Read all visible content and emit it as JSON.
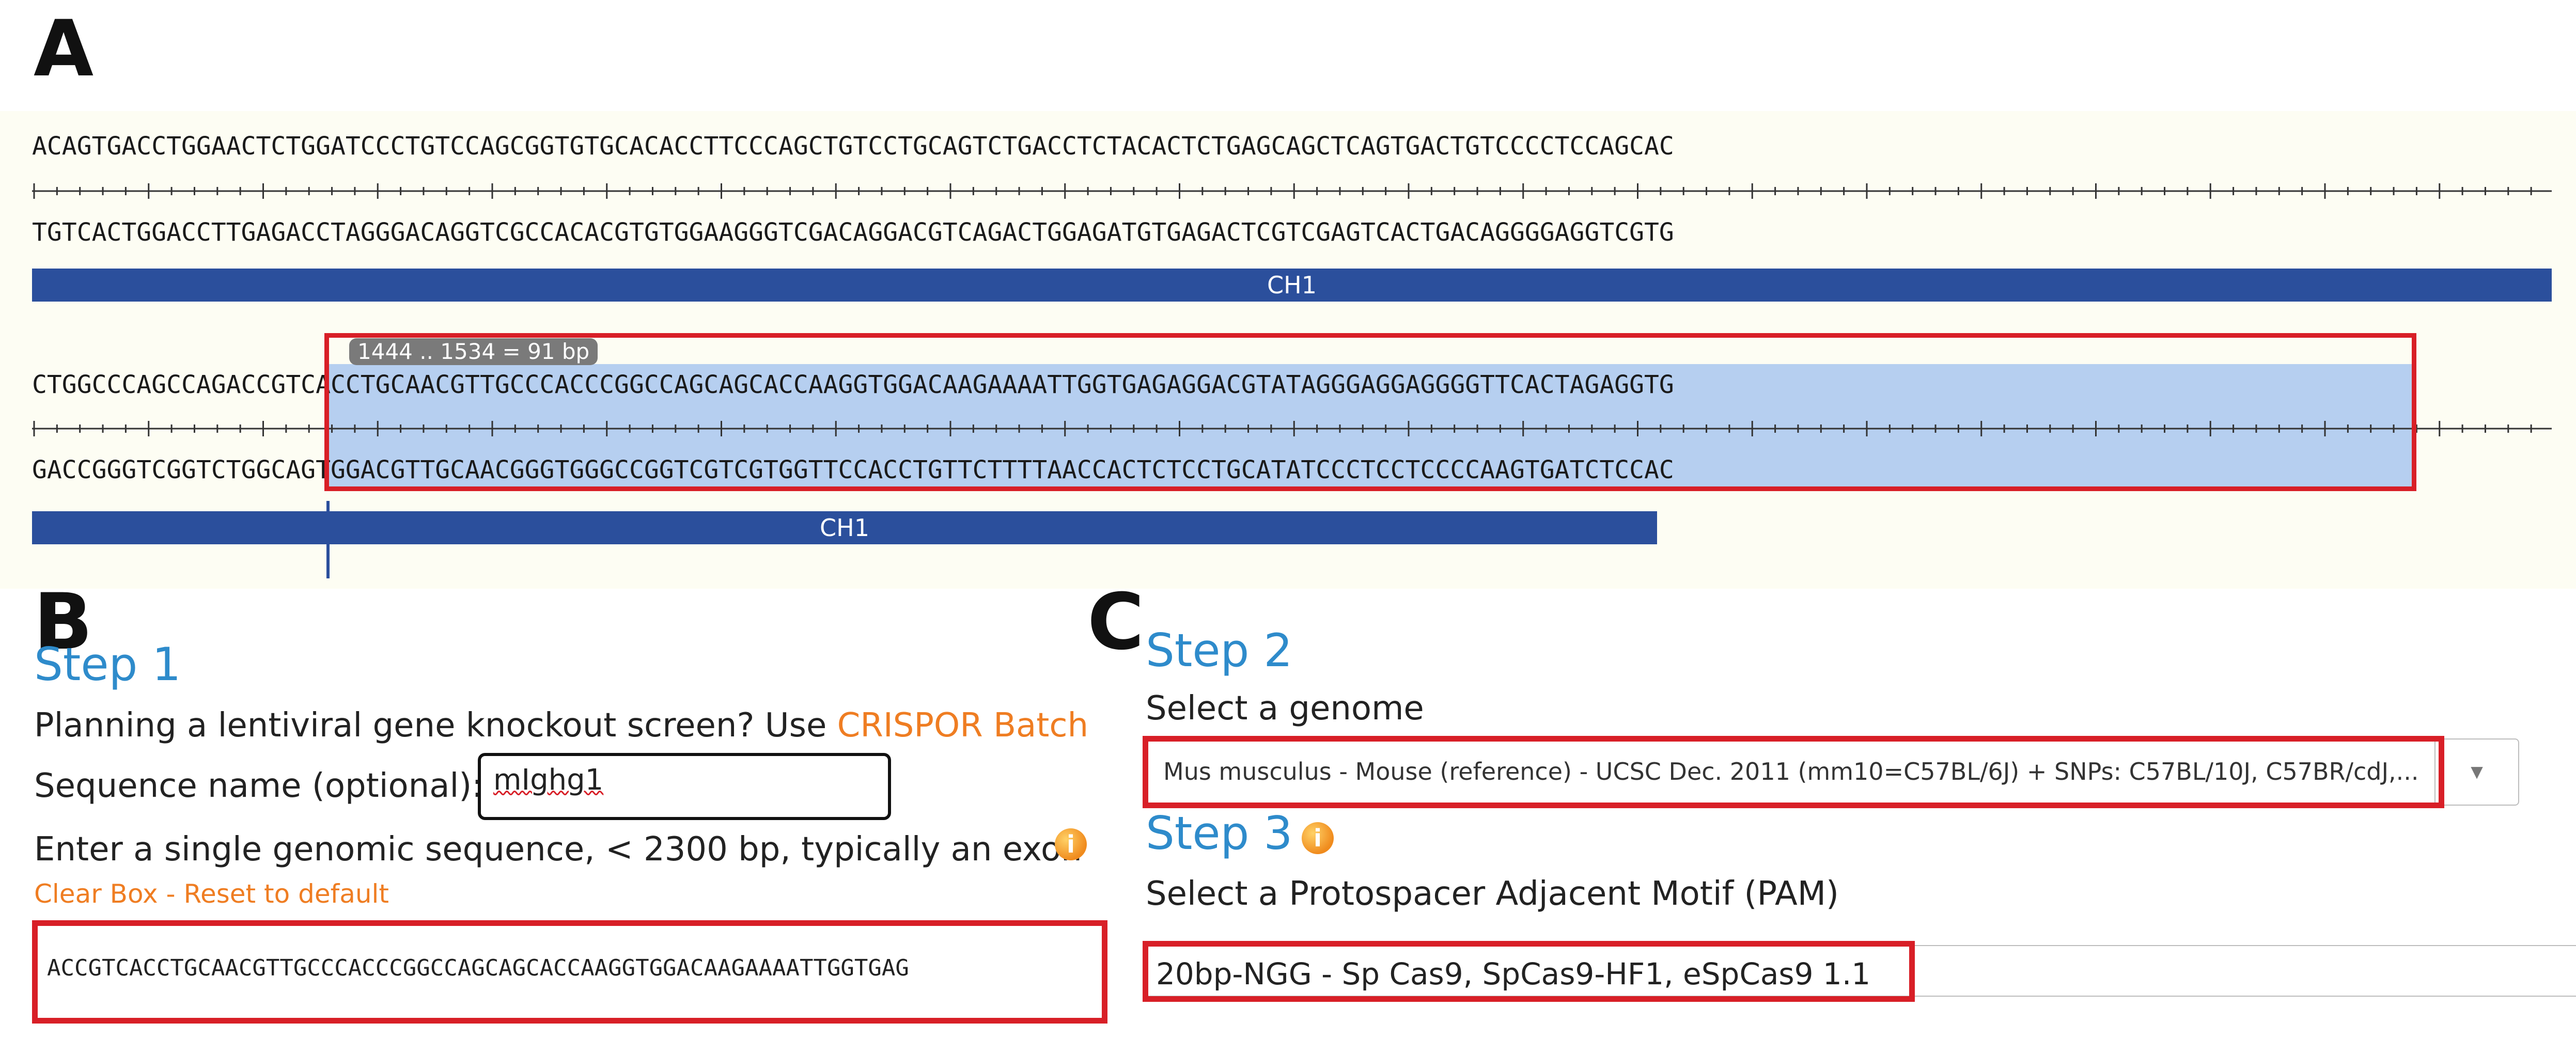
{
  "panels": {
    "a": "A",
    "b": "B",
    "c": "C"
  },
  "sequence_view": {
    "row1": {
      "top_strand": "ACAGTGACCTGGAACTCTGGATCCCTGTCCAGCGGTGTGCACACCTTCCCAGCTGTCCTGCAGTCTGACCTCTACACTCTGAGCAGCTCAGTGACTGTCCCCTCCAGCAC",
      "bottom_strand": "TGTCACTGGACCTTGAGACCTAGGGACAGGTCGCCACACGTGTGGAAGGGTCGACAGGACGTCAGACTGGAGATGTGAGACTCGTCGAGTCACTGACAGGGGAGGTCGTG",
      "feature_label": "CH1"
    },
    "row2": {
      "top_strand": "CTGGCCCAGCCAGACCGTCACCTGCAACGTTGCCCACCCGGCCAGCAGCACCAAGGTGGACAAGAAAATTGGTGAGAGGACGTATAGGGAGGAGGGGTTCACTAGAGGTG",
      "bottom_strand": "GACCGGGTCGGTCTGGCAGTGGACGTTGCAACGGGTGGGCCGGTCGTCGTGGTTCCACCTGTTCTTTTAACCACTCTCCTGCATATCCCTCCTCCCCAAGTGATCTCCAC",
      "feature_label": "CH1",
      "selection_label": "1444 .. 1534  =  91 bp"
    },
    "colors": {
      "feature": "#2b4f9c",
      "selection": "#b6cff0",
      "highlight_box": "#d81f27"
    }
  },
  "step1": {
    "title": "Step 1",
    "planning_text": "Planning a lentiviral gene knockout screen? Use ",
    "batch_link": "CRISPOR Batch",
    "seqname_label": "Sequence name (optional):",
    "seqname_value": "mIghg1",
    "enter_text": "Enter a single genomic sequence, < 2300 bp, typically an exon",
    "clear_box": "Clear Box",
    "separator": " - ",
    "reset": "Reset to default",
    "sequence_value": "ACCGTCACCTGCAACGTTGCCCACCCGGCCAGCAGCACCAAGGTGGACAAGAAAATTGGTGAG"
  },
  "step2": {
    "title": "Step 2",
    "label": "Select a genome",
    "selected_genome": "Mus musculus - Mouse (reference) - UCSC Dec. 2011 (mm10=C57BL/6J) + SNPs: C57BL/10J, C57BR/cdJ,..."
  },
  "step3": {
    "title": "Step 3",
    "label": "Select a Protospacer Adjacent Motif (PAM)",
    "selected_pam": "20bp-NGG - Sp Cas9, SpCas9-HF1, eSpCas9 1.1"
  },
  "icons": {
    "info": "info-icon",
    "dropdown": "chevron-down-icon"
  }
}
